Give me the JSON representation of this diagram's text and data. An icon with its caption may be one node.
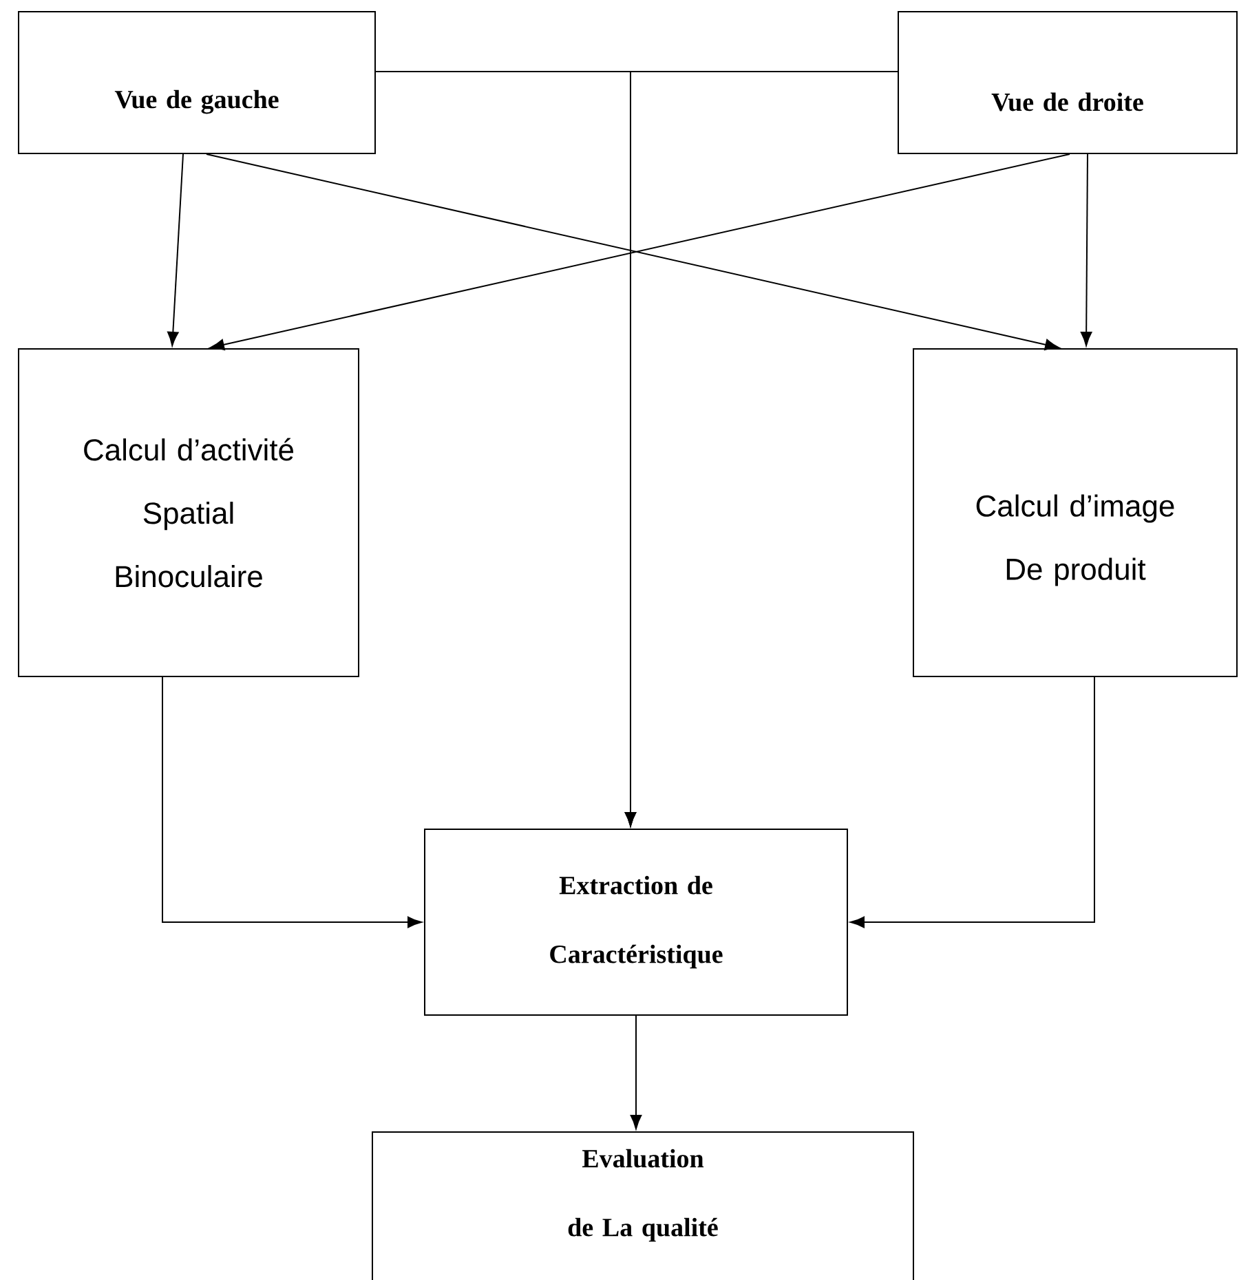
{
  "diagram": {
    "nodes": [
      {
        "text": [
          "Vue de gauche"
        ]
      },
      {
        "text": [
          "Vue de droite"
        ]
      },
      {
        "text": [
          "Calcul d’activité Spatial Binoculaire"
        ]
      },
      {
        "text": [
          "Calcul d’image De produit"
        ]
      },
      {
        "text": [
          "Extraction de Caractéristique"
        ]
      },
      {
        "text": [
          "Evaluation de La qualité"
        ]
      }
    ],
    "edges": [
      {
        "from": 0,
        "to": 2,
        "arrow": "to"
      },
      {
        "from": 0,
        "to": 3,
        "arrow": "to"
      },
      {
        "from": 1,
        "to": 2,
        "arrow": "to"
      },
      {
        "from": 1,
        "to": 3,
        "arrow": "to"
      },
      {
        "from": 0,
        "to": 4,
        "arrow": "to"
      },
      {
        "from": 1,
        "to": 4,
        "arrow": "to"
      },
      {
        "from": 2,
        "to": 4,
        "arrow": "to"
      },
      {
        "from": 3,
        "to": 4,
        "arrow": "to"
      },
      {
        "from": 4,
        "to": 5,
        "arrow": "to"
      }
    ]
  }
}
